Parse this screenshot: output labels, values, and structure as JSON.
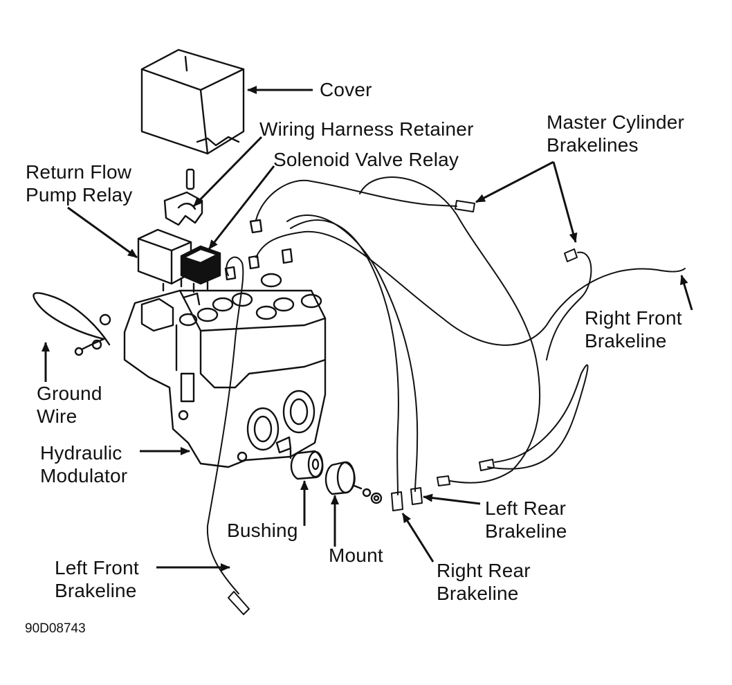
{
  "labels": {
    "cover": "Cover",
    "wiring_harness_retainer": "Wiring Harness Retainer",
    "solenoid_valve_relay": "Solenoid Valve Relay",
    "return_flow_pump_relay": [
      "Return Flow",
      "Pump Relay"
    ],
    "master_cylinder_brakelines": [
      "Master Cylinder",
      "Brakelines"
    ],
    "right_front_brakeline": [
      "Right Front",
      "Brakeline"
    ],
    "ground_wire": [
      "Ground",
      "Wire"
    ],
    "hydraulic_modulator": [
      "Hydraulic",
      "Modulator"
    ],
    "bushing": "Bushing",
    "mount": "Mount",
    "left_rear_brakeline": [
      "Left Rear",
      "Brakeline"
    ],
    "right_rear_brakeline": [
      "Right Rear",
      "Brakeline"
    ],
    "left_front_brakeline": [
      "Left Front",
      "Brakeline"
    ]
  },
  "figure_code": "90D08743",
  "colors": {
    "ink": "#111111",
    "paper": "#ffffff"
  }
}
